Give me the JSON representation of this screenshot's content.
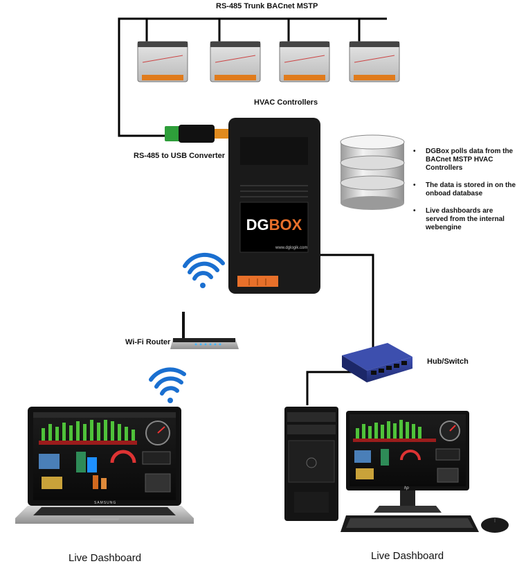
{
  "labels": {
    "trunk": "RS-485 Trunk BACnet MSTP",
    "hvac": "HVAC Controllers",
    "converter": "RS-485 to USB Converter",
    "router": "Wi-Fi Router",
    "switch": "Hub/Switch",
    "laptop_caption": "Live Dashboard",
    "desktop_caption": "Live Dashboard"
  },
  "dgbox": {
    "logo_dg": "DG",
    "logo_box": "BOX",
    "url": "www.dglogik.com"
  },
  "notes": [
    "DGBox polls data from the BACnet MSTP HVAC Controllers",
    "The data is stored in on the onboad database",
    "Live dashboards are served from the internal webengine"
  ],
  "devices": {
    "laptop_brand": "SAMSUNG",
    "desktop_brand": "hp"
  },
  "colors": {
    "wire": "#000000",
    "wifi": "#1a6fd0",
    "dgbox_accent": "#e8702a",
    "switch_body": "#2b3a8f"
  }
}
